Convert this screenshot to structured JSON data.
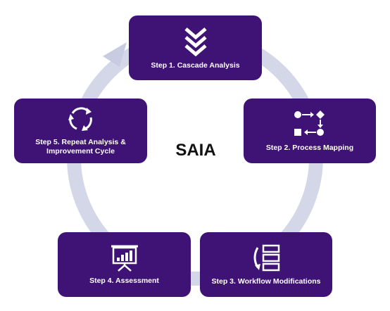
{
  "center_title": "SAIA",
  "colors": {
    "box": "#3f1276",
    "ring": "#d3d7e8",
    "arrow": "#c7cce3"
  },
  "steps": [
    {
      "id": "step1",
      "label": "Step 1. Cascade Analysis",
      "icon": "triple-chevron-down-icon"
    },
    {
      "id": "step2",
      "label": "Step 2. Process Mapping",
      "icon": "process-flow-icon"
    },
    {
      "id": "step3",
      "label": "Step 3. Workflow Modifications",
      "icon": "workflow-list-icon"
    },
    {
      "id": "step4",
      "label": "Step 4. Assessment",
      "icon": "presentation-chart-icon"
    },
    {
      "id": "step5",
      "label": "Step 5. Repeat Analysis &\nImprovement Cycle",
      "icon": "cycle-arrows-icon"
    }
  ]
}
